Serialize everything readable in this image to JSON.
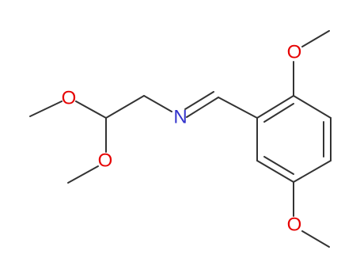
{
  "molecule": {
    "atoms": [
      {
        "id": "n1",
        "symbol": "N",
        "label": "N",
        "color": "#3333cc"
      },
      {
        "id": "o_acetal_top",
        "symbol": "O",
        "label": "O",
        "color": "#e60000"
      },
      {
        "id": "o_acetal_bottom",
        "symbol": "O",
        "label": "O",
        "color": "#e60000"
      },
      {
        "id": "o_ring_top",
        "symbol": "O",
        "label": "O",
        "color": "#e60000"
      },
      {
        "id": "o_ring_bottom",
        "symbol": "O",
        "label": "O",
        "color": "#e60000"
      }
    ],
    "bond_color": "#333333"
  }
}
